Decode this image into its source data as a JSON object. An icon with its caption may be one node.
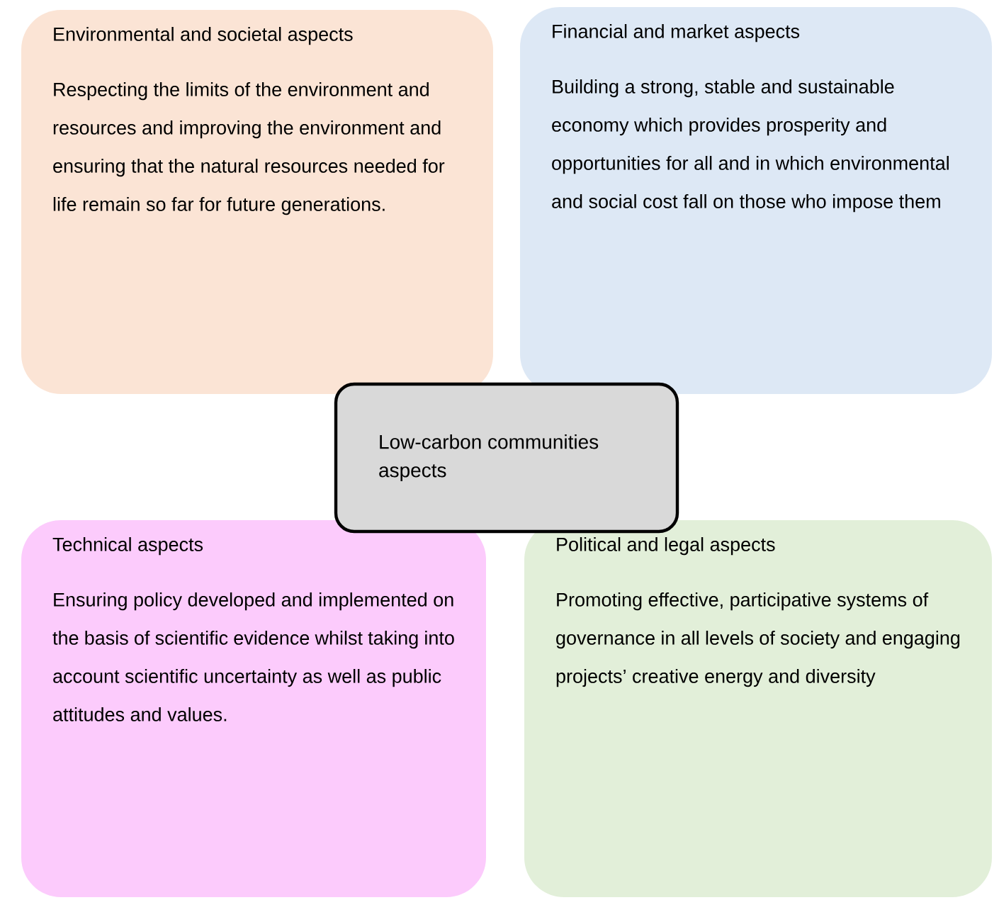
{
  "diagram": {
    "nodes": [
      {
        "text": [
          "Environmental and societal aspects",
          "Respecting the limits of the environment and resources and improving the environment and ensuring that the natural resources needed for life remain so far for future generations."
        ]
      },
      {
        "text": [
          "Financial and market aspects",
          "Building a strong, stable and sustainable economy which provides prosperity and opportunities for all and in which environmental and social cost fall on those who impose them"
        ]
      },
      {
        "text": [
          "Low-carbon communities aspects"
        ]
      },
      {
        "text": [
          "Technical aspects",
          "Ensuring policy developed and implemented on the basis of scientific evidence whilst taking into account scientific uncertainty as well as public attitudes and values."
        ]
      },
      {
        "text": [
          "Political and legal aspects",
          "Promoting effective, participative systems of governance in all levels of society and engaging projects’ creative energy and diversity"
        ]
      }
    ]
  }
}
